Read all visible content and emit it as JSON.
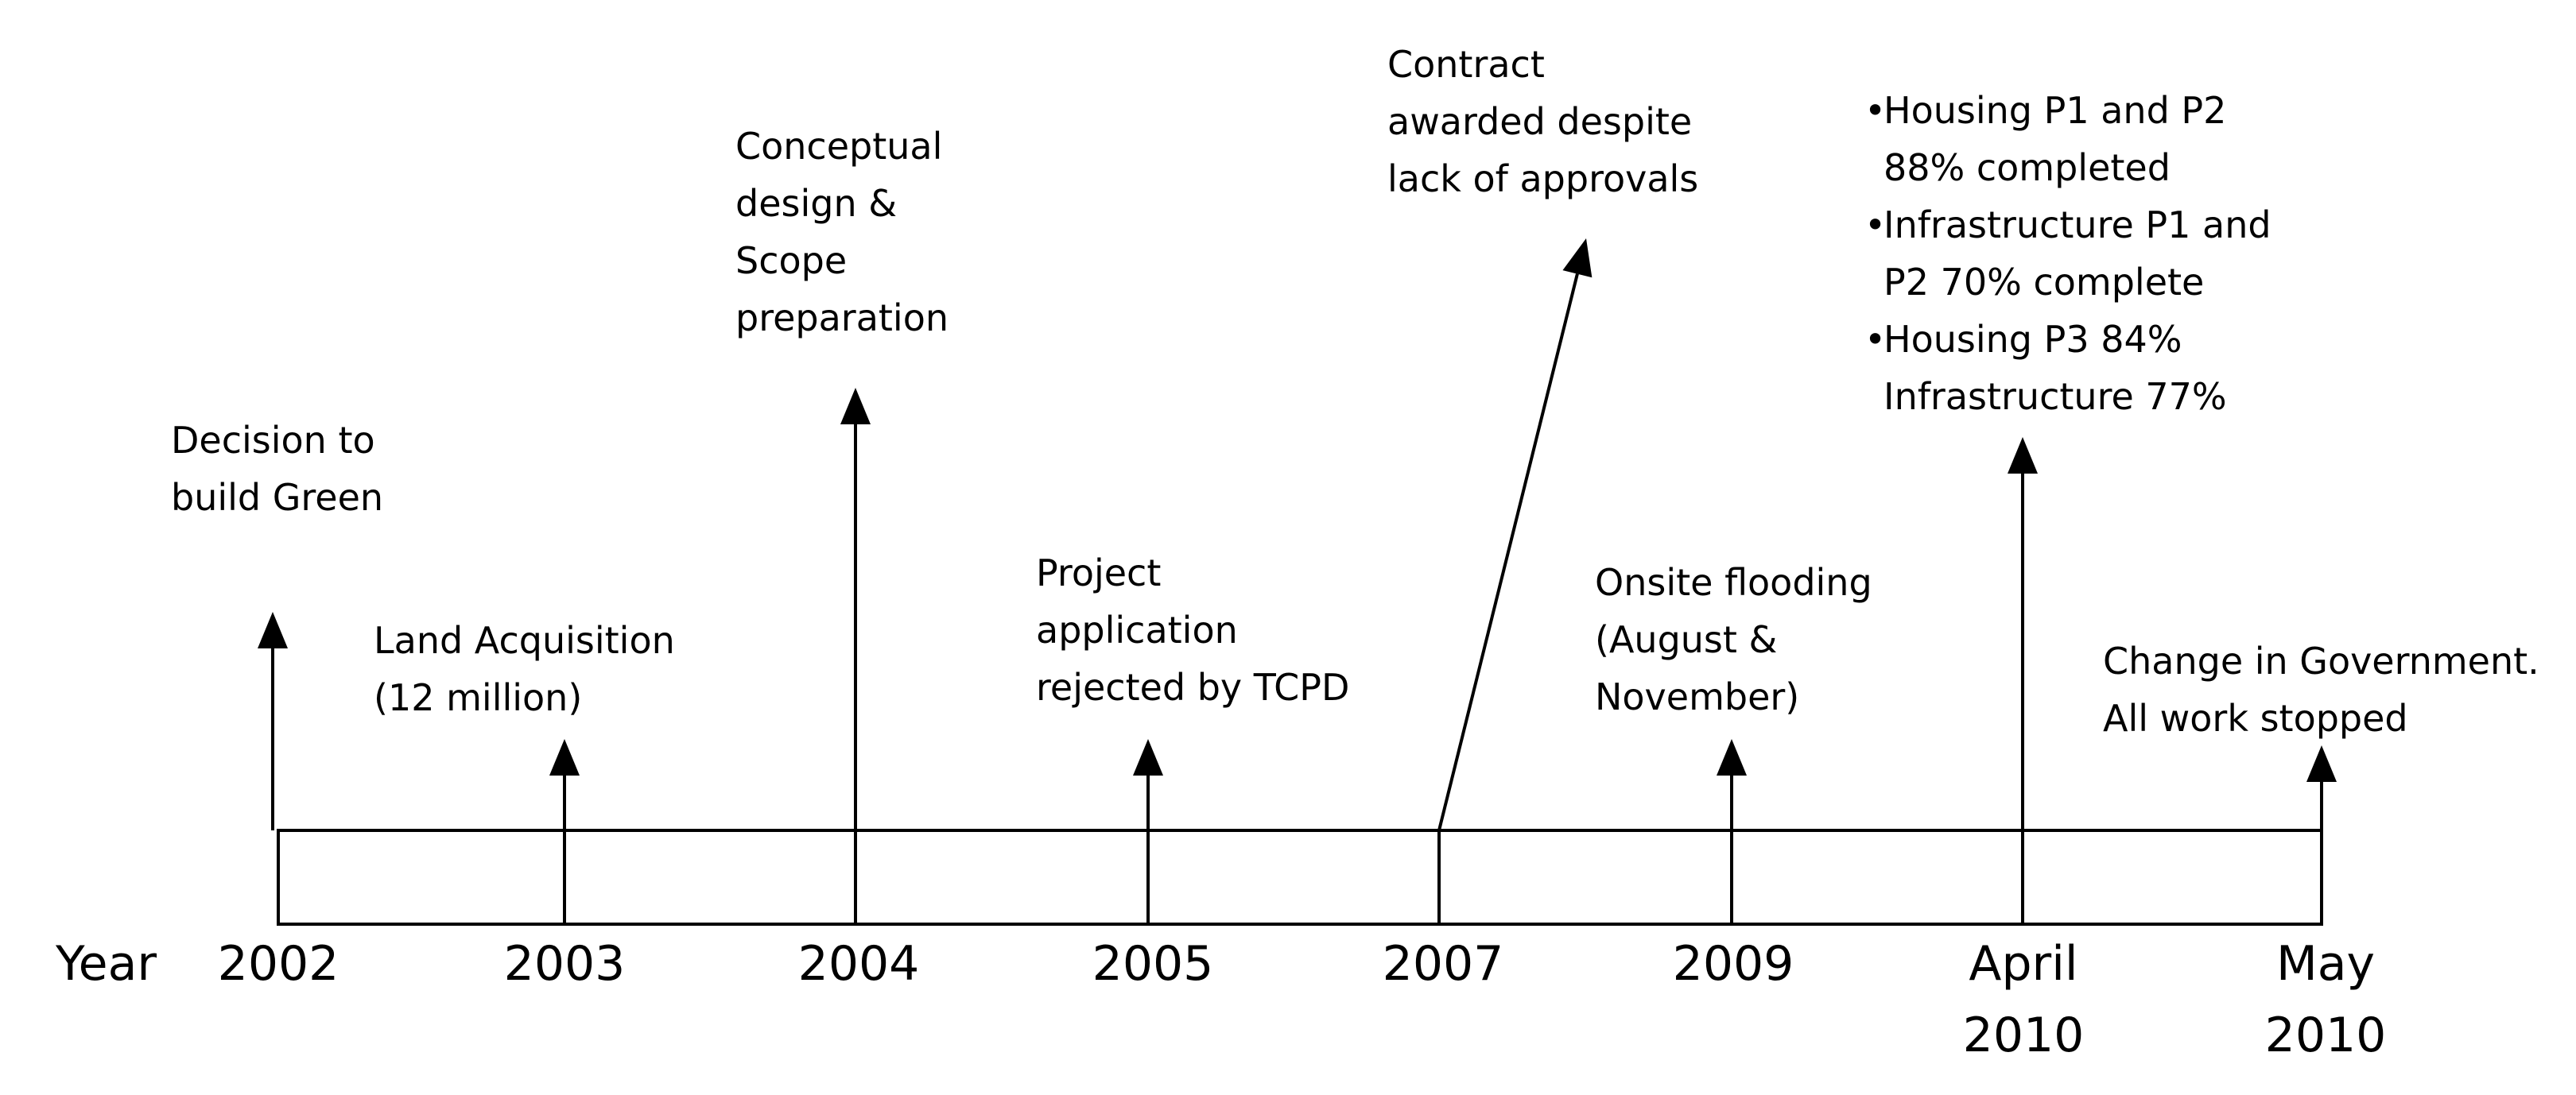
{
  "axis_label": "Year",
  "events": [
    {
      "id": "2002",
      "year_lines": [
        "2002"
      ],
      "label_lines": [
        "Decision to",
        "build Green"
      ]
    },
    {
      "id": "2003",
      "year_lines": [
        "2003"
      ],
      "label_lines": [
        "Land Acquisition",
        "(12 million)"
      ]
    },
    {
      "id": "2004",
      "year_lines": [
        "2004"
      ],
      "label_lines": [
        "Conceptual",
        "design &",
        "Scope",
        "preparation"
      ]
    },
    {
      "id": "2005",
      "year_lines": [
        "2005"
      ],
      "label_lines": [
        "Project",
        "application",
        "rejected by TCPD"
      ]
    },
    {
      "id": "2007",
      "year_lines": [
        "2007"
      ],
      "label_lines": [
        "Contract",
        "awarded despite",
        "lack of approvals"
      ]
    },
    {
      "id": "2009",
      "year_lines": [
        "2009"
      ],
      "label_lines": [
        "Onsite flooding",
        "(August &",
        "November)"
      ]
    },
    {
      "id": "april-2010",
      "year_lines": [
        "April",
        "2010"
      ],
      "label_bullets": [
        {
          "lines": [
            "Housing P1 and  P2",
            "88% completed"
          ]
        },
        {
          "lines": [
            "Infrastructure P1 and",
            "P2 70% complete"
          ]
        },
        {
          "lines": [
            "Housing P3 84%",
            "Infrastructure 77%"
          ]
        }
      ]
    },
    {
      "id": "may-2010",
      "year_lines": [
        "May",
        "2010"
      ],
      "label_lines": [
        "Change in Government.",
        "All work stopped"
      ]
    }
  ],
  "colors": {
    "line": "#000000",
    "text": "#000000",
    "background": "#ffffff"
  }
}
